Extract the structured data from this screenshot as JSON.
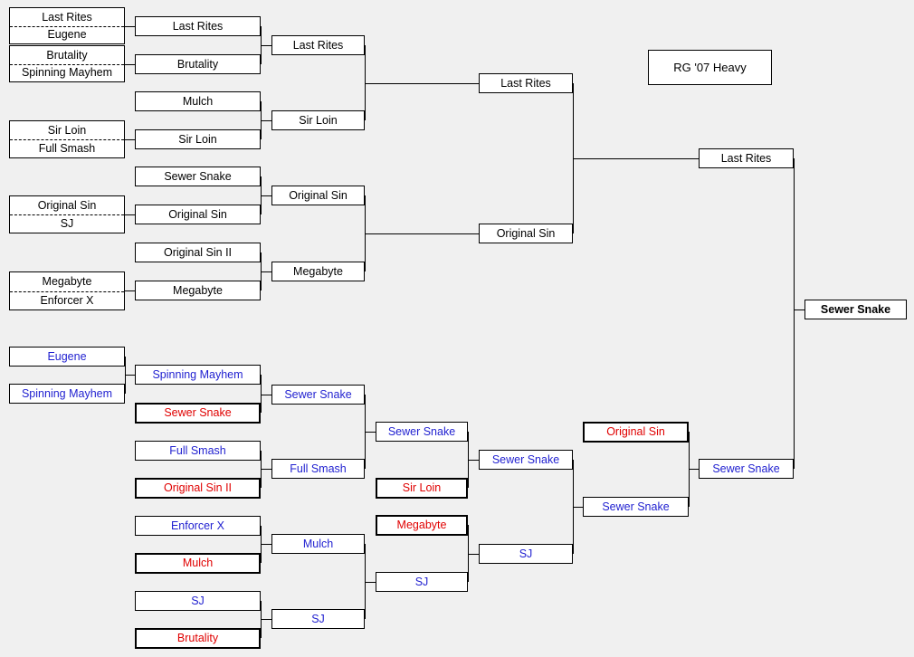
{
  "title": "RG '07 Heavy",
  "champion": "Sewer Snake",
  "winners": {
    "r0_pairs": [
      [
        "Last Rites",
        "Eugene"
      ],
      [
        "Brutality",
        "Spinning Mayhem"
      ],
      [
        "Sir Loin",
        "Full Smash"
      ],
      [
        "Original Sin",
        "SJ"
      ],
      [
        "Megabyte",
        "Enforcer X"
      ]
    ],
    "r1": [
      "Last Rites",
      "Brutality",
      "Mulch",
      "Sir Loin",
      "Sewer Snake",
      "Original Sin",
      "Original Sin II",
      "Megabyte"
    ],
    "r2": [
      "Last Rites",
      "Sir Loin",
      "Original Sin",
      "Megabyte"
    ],
    "r3": [
      "Last Rites",
      "Original Sin"
    ],
    "final": "Last Rites"
  },
  "losers": {
    "r0": [
      "Eugene",
      "Spinning Mayhem"
    ],
    "r1": [
      "Spinning Mayhem",
      "Sewer Snake",
      "Full Smash",
      "Original Sin II",
      "Enforcer X",
      "Mulch",
      "SJ",
      "Brutality"
    ],
    "r2": [
      "Sewer Snake",
      "Full Smash",
      "Mulch",
      "SJ"
    ],
    "r3": [
      "Sewer Snake",
      "Sir Loin",
      "Megabyte",
      "SJ"
    ],
    "r4": [
      "Sewer Snake",
      "SJ"
    ],
    "r5": [
      "Original Sin",
      "Sewer Snake"
    ],
    "final": "Sewer Snake"
  },
  "colors": {
    "blue": "#1f1fd0",
    "red": "#e00000"
  }
}
